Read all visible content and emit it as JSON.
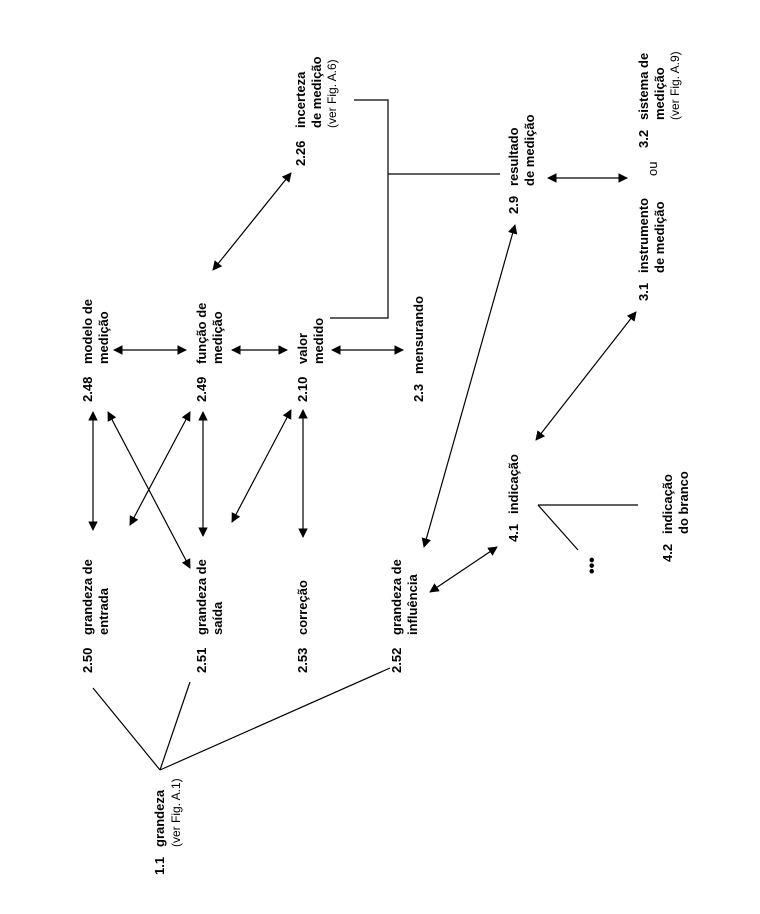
{
  "concepts": {
    "c1_1": {
      "num": "1.1",
      "lines": [
        "grandeza"
      ],
      "ref": "(ver Fig. A.1)"
    },
    "c2_50": {
      "num": "2.50",
      "lines": [
        "grandeza de",
        "entrada"
      ]
    },
    "c2_51": {
      "num": "2.51",
      "lines": [
        "grandeza de",
        "saída"
      ]
    },
    "c2_53": {
      "num": "2.53",
      "lines": [
        "correção"
      ]
    },
    "c2_52": {
      "num": "2.52",
      "lines": [
        "grandeza de",
        "influência"
      ]
    },
    "c2_48": {
      "num": "2.48",
      "lines": [
        "modelo de",
        "medição"
      ]
    },
    "c2_49": {
      "num": "2.49",
      "lines": [
        "função de",
        "medição"
      ]
    },
    "c2_10": {
      "num": "2.10",
      "lines": [
        "valor",
        "medido"
      ]
    },
    "c2_3": {
      "num": "2.3",
      "lines": [
        "mensurando"
      ]
    },
    "c2_26": {
      "num": "2.26",
      "lines": [
        "incerteza",
        "de medição"
      ],
      "ref": "(ver Fig. A.6)"
    },
    "c2_9": {
      "num": "2.9",
      "lines": [
        "resultado",
        "de medição"
      ]
    },
    "c4_1": {
      "num": "4.1",
      "lines": [
        "indicação"
      ]
    },
    "c4_2": {
      "num": "4.2",
      "lines": [
        "indicação",
        "do branco"
      ]
    },
    "c3_1": {
      "num": "3.1",
      "lines": [
        "instrumento",
        "de medição"
      ]
    },
    "c3_2": {
      "num": "3.2",
      "lines": [
        "sistema de",
        "medição"
      ],
      "ref": "(ver Fig. A.9)"
    }
  },
  "connector_word": "ou",
  "relations": {
    "generic_from_grandeza": [
      "c2_50",
      "c2_51",
      "c2_52"
    ],
    "partitive_into_resultado": [
      "c2_10",
      "c2_26"
    ],
    "partitive_into_indicacao": [
      "c4_2"
    ],
    "associative": [
      [
        "c2_48",
        "c2_49"
      ],
      [
        "c2_49",
        "c2_10"
      ],
      [
        "c2_10",
        "c2_3"
      ],
      [
        "c2_49",
        "c2_26"
      ],
      [
        "c2_50",
        "c2_48"
      ],
      [
        "c2_51",
        "c2_48"
      ],
      [
        "c2_50",
        "c2_49"
      ],
      [
        "c2_51",
        "c2_49"
      ],
      [
        "c2_51",
        "c2_10"
      ],
      [
        "c2_53",
        "c2_10"
      ],
      [
        "c2_9",
        "c3_1"
      ],
      [
        "c3_1",
        "c4_1"
      ],
      [
        "c2_9",
        "c2_52"
      ],
      [
        "c4_1",
        "c2_52"
      ]
    ]
  },
  "indicacao_continuation": "•••"
}
